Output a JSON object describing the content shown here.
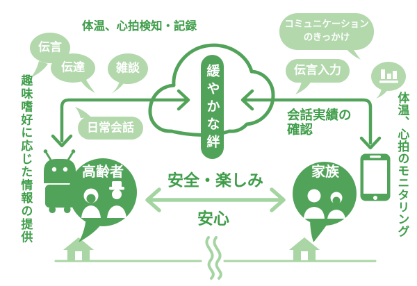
{
  "diagram": {
    "top_title": "体温、心拍検知・記録",
    "bubbles": {
      "dengon": "伝言",
      "dentatsu": "伝達",
      "zatsudan": "雑談",
      "nichijo_kaiwa": "日常会話",
      "communication_line1": "コミュニケーション",
      "communication_line2": "のきっかけ",
      "dengon_nyuryoku": "伝言入力"
    },
    "cloud_label": "緩やかな絆",
    "kaiwa_jisseki_line1": "会話実績の",
    "kaiwa_jisseki_line2": "確認",
    "left_vertical": "趣味嗜好に応じた情報の提供",
    "right_vertical": "体温、心拍のモニタリング",
    "elderly_label": "高齢者",
    "family_label": "家族",
    "between_top": "安全・楽しみ",
    "between_bottom": "安心",
    "icons": {
      "cloud": "cloud-icon",
      "robot": "robot-icon",
      "smartphone": "smartphone-icon",
      "bar_chart": "bar-chart-icon",
      "house_left": "house-icon",
      "house_right": "house-icon",
      "elderly_couple": "elderly-couple-icon",
      "family_couple": "family-couple-icon",
      "wave_break": "wave-break-icon"
    },
    "colors": {
      "main_green": "#52a35a",
      "text_green": "#3f9d4a",
      "bubble_green": "#b2d8ac",
      "light_green": "#a4d5a1",
      "background": "#ffffff"
    }
  }
}
